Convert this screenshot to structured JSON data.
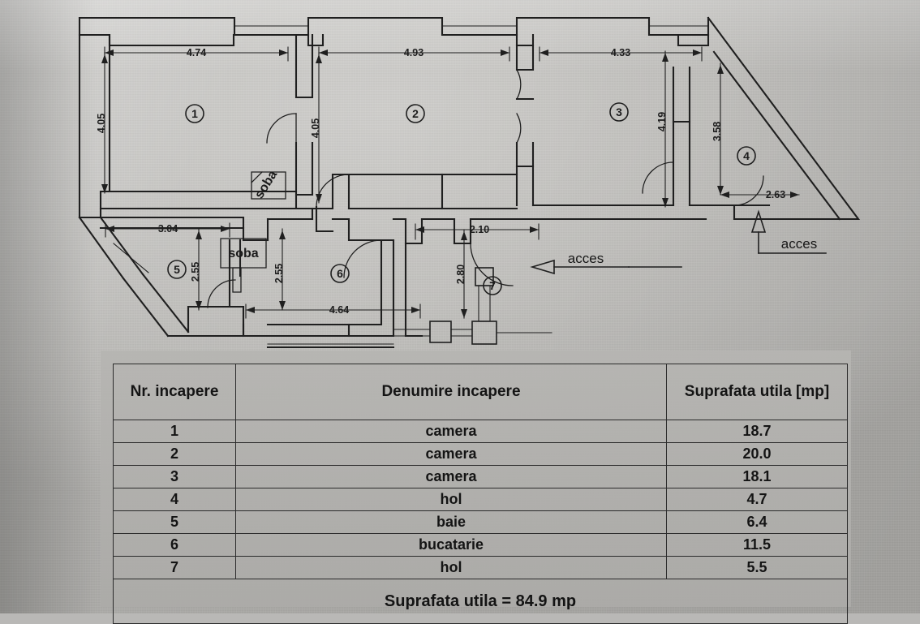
{
  "document": {
    "type": "floor-plan-with-room-schedule",
    "language": "ro"
  },
  "floorplan": {
    "dimension_labels": [
      {
        "id": "d-474",
        "text": "4.74",
        "orientation": "horizontal"
      },
      {
        "id": "d-493",
        "text": "4.93",
        "orientation": "horizontal"
      },
      {
        "id": "d-433",
        "text": "4.33",
        "orientation": "horizontal"
      },
      {
        "id": "d-405a",
        "text": "4.05",
        "orientation": "vertical"
      },
      {
        "id": "d-405b",
        "text": "4.05",
        "orientation": "vertical"
      },
      {
        "id": "d-419",
        "text": "4.19",
        "orientation": "vertical"
      },
      {
        "id": "d-358",
        "text": "3.58",
        "orientation": "vertical"
      },
      {
        "id": "d-263",
        "text": "2.63",
        "orientation": "horizontal"
      },
      {
        "id": "d-304",
        "text": "3.04",
        "orientation": "horizontal"
      },
      {
        "id": "d-255a",
        "text": "2.55",
        "orientation": "vertical"
      },
      {
        "id": "d-255b",
        "text": "2.55",
        "orientation": "vertical"
      },
      {
        "id": "d-464",
        "text": "4.64",
        "orientation": "horizontal"
      },
      {
        "id": "d-210",
        "text": "2.10",
        "orientation": "horizontal"
      },
      {
        "id": "d-280",
        "text": "2.80",
        "orientation": "vertical"
      }
    ],
    "room_markers": [
      {
        "id": "room-marker-1",
        "text": "1"
      },
      {
        "id": "room-marker-2",
        "text": "2"
      },
      {
        "id": "room-marker-3",
        "text": "3"
      },
      {
        "id": "room-marker-4",
        "text": "4"
      },
      {
        "id": "room-marker-5",
        "text": "5"
      },
      {
        "id": "room-marker-6",
        "text": "6"
      },
      {
        "id": "room-marker-7",
        "text": "7"
      }
    ],
    "stove_labels": [
      {
        "id": "soba-room1",
        "text": "soba"
      },
      {
        "id": "soba-room5",
        "text": "soba"
      }
    ],
    "access_labels": [
      {
        "id": "acces-middle",
        "text": "acces"
      },
      {
        "id": "acces-right",
        "text": "acces"
      }
    ]
  },
  "table": {
    "headers": [
      "Nr. incapere",
      "Denumire incapere",
      "Suprafata utila [mp]"
    ],
    "rows": [
      {
        "nr": "1",
        "name": "camera",
        "area": "18.7"
      },
      {
        "nr": "2",
        "name": "camera",
        "area": "20.0"
      },
      {
        "nr": "3",
        "name": "camera",
        "area": "18.1"
      },
      {
        "nr": "4",
        "name": "hol",
        "area": "4.7"
      },
      {
        "nr": "5",
        "name": "baie",
        "area": "6.4"
      },
      {
        "nr": "6",
        "name": "bucatarie",
        "area": "11.5"
      },
      {
        "nr": "7",
        "name": "hol",
        "area": "5.5"
      }
    ],
    "total_prefix": "Suprafata utila = ",
    "total_value": "84.9",
    "total_unit": "mp"
  },
  "colors": {
    "paper": "#c3c2bf",
    "ink": "#1d1d1d",
    "table_fill": "#b2b1ae"
  }
}
